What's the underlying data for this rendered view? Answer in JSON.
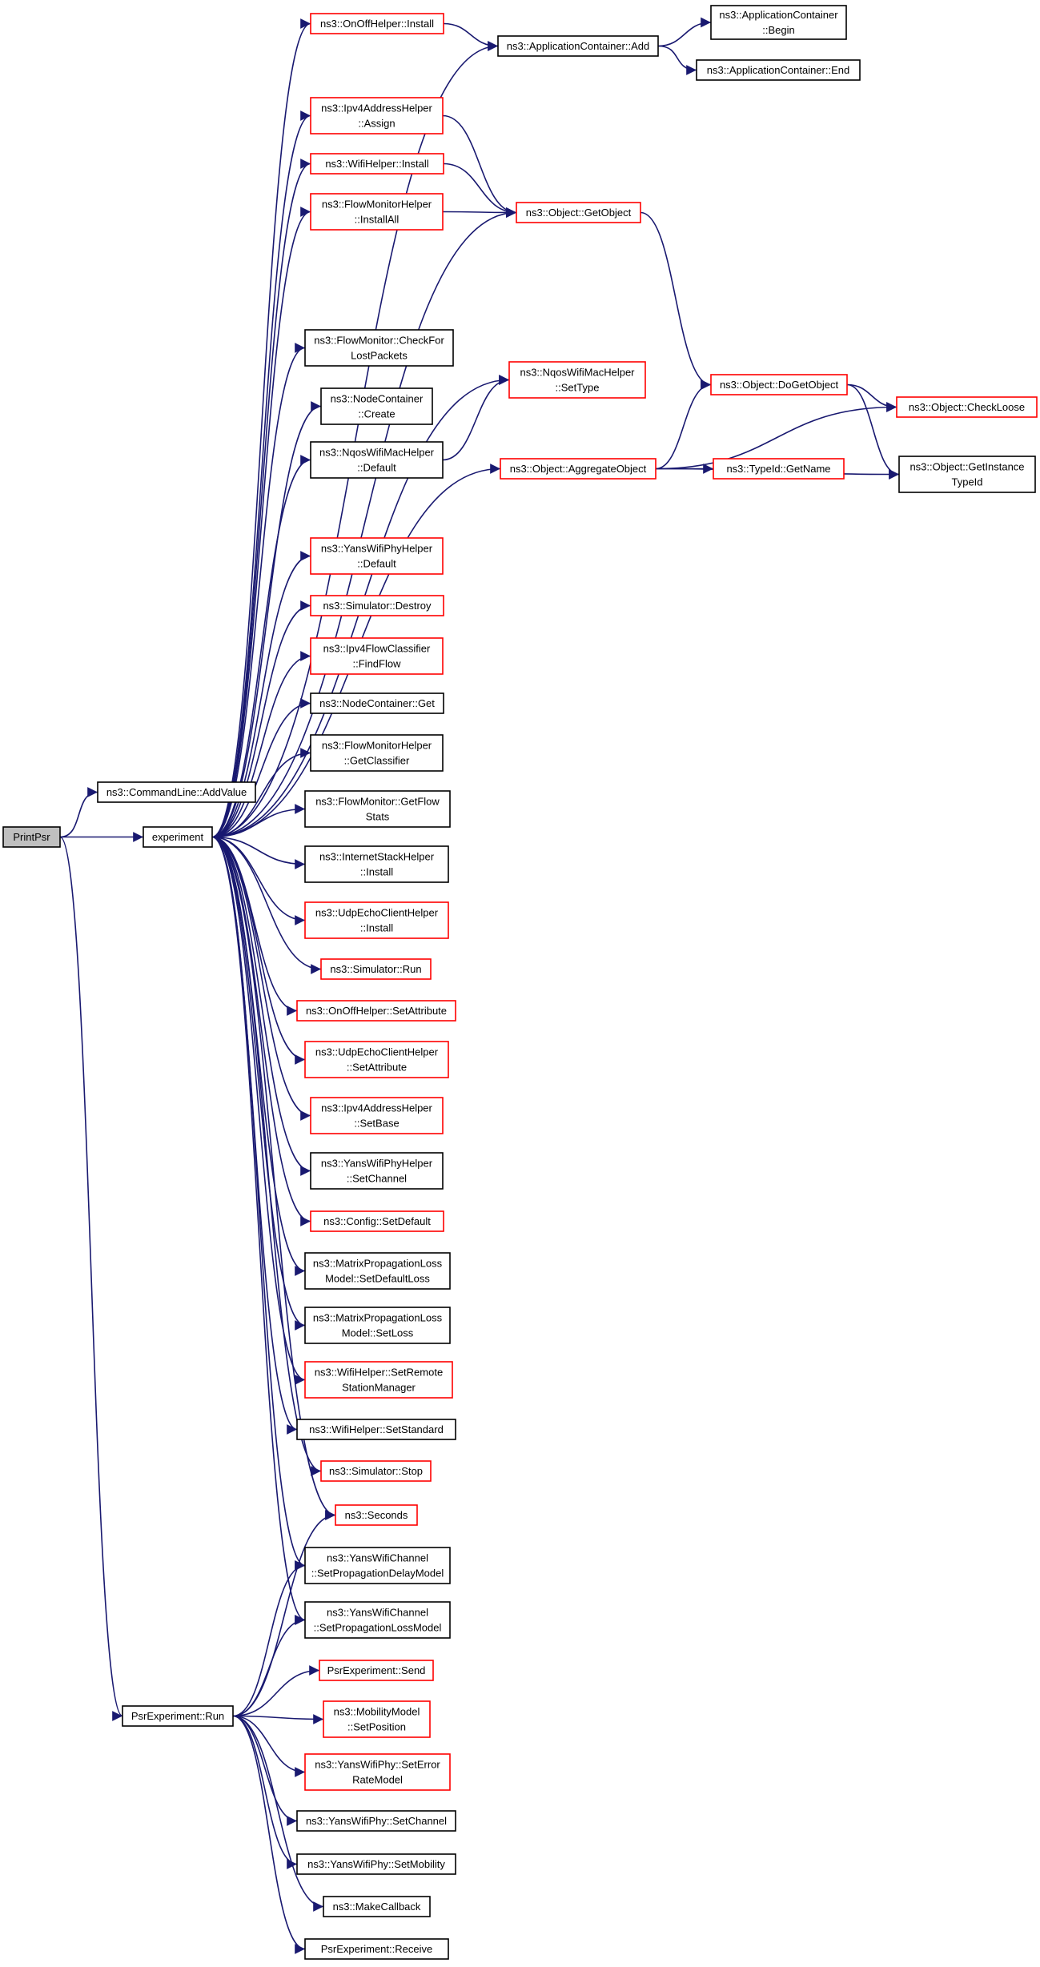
{
  "colors": {
    "edge": "#191970",
    "border_default": "#000000",
    "border_linked": "#ff0000",
    "root_fill": "#bfbfbf",
    "node_fill": "#ffffff"
  },
  "nodes": [
    {
      "id": "printpsr",
      "lines": [
        "PrintPsr"
      ],
      "style": "root"
    },
    {
      "id": "addvalue",
      "lines": [
        "ns3::CommandLine::AddValue"
      ],
      "style": "black"
    },
    {
      "id": "experiment",
      "lines": [
        "experiment"
      ],
      "style": "black"
    },
    {
      "id": "psrrun",
      "lines": [
        "PsrExperiment::Run"
      ],
      "style": "black"
    },
    {
      "id": "onoffinstall",
      "lines": [
        "ns3::OnOffHelper::Install"
      ],
      "style": "red"
    },
    {
      "id": "ipv4assign",
      "lines": [
        "ns3::Ipv4AddressHelper",
        "::Assign"
      ],
      "style": "red"
    },
    {
      "id": "wifiinstall",
      "lines": [
        "ns3::WifiHelper::Install"
      ],
      "style": "red"
    },
    {
      "id": "fmhinstallall",
      "lines": [
        "ns3::FlowMonitorHelper",
        "::InstallAll"
      ],
      "style": "red"
    },
    {
      "id": "checklost",
      "lines": [
        "ns3::FlowMonitor::CheckFor",
        "LostPackets"
      ],
      "style": "black"
    },
    {
      "id": "nccreate",
      "lines": [
        "ns3::NodeContainer",
        "::Create"
      ],
      "style": "black"
    },
    {
      "id": "nqosdefault",
      "lines": [
        "ns3::NqosWifiMacHelper",
        "::Default"
      ],
      "style": "black"
    },
    {
      "id": "yansphydefault",
      "lines": [
        "ns3::YansWifiPhyHelper",
        "::Default"
      ],
      "style": "red"
    },
    {
      "id": "simdestroy",
      "lines": [
        "ns3::Simulator::Destroy"
      ],
      "style": "red"
    },
    {
      "id": "findflow",
      "lines": [
        "ns3::Ipv4FlowClassifier",
        "::FindFlow"
      ],
      "style": "red"
    },
    {
      "id": "ncget",
      "lines": [
        "ns3::NodeContainer::Get"
      ],
      "style": "black"
    },
    {
      "id": "getclassifier",
      "lines": [
        "ns3::FlowMonitorHelper",
        "::GetClassifier"
      ],
      "style": "black"
    },
    {
      "id": "getflowstats",
      "lines": [
        "ns3::FlowMonitor::GetFlow",
        "Stats"
      ],
      "style": "black"
    },
    {
      "id": "ishinstall",
      "lines": [
        "ns3::InternetStackHelper",
        "::Install"
      ],
      "style": "black"
    },
    {
      "id": "udpinstall",
      "lines": [
        "ns3::UdpEchoClientHelper",
        "::Install"
      ],
      "style": "red"
    },
    {
      "id": "simrun",
      "lines": [
        "ns3::Simulator::Run"
      ],
      "style": "red"
    },
    {
      "id": "onoffsetattr",
      "lines": [
        "ns3::OnOffHelper::SetAttribute"
      ],
      "style": "red"
    },
    {
      "id": "udpsetattr",
      "lines": [
        "ns3::UdpEchoClientHelper",
        "::SetAttribute"
      ],
      "style": "red"
    },
    {
      "id": "ipv4setbase",
      "lines": [
        "ns3::Ipv4AddressHelper",
        "::SetBase"
      ],
      "style": "red"
    },
    {
      "id": "yansphysetchannel",
      "lines": [
        "ns3::YansWifiPhyHelper",
        "::SetChannel"
      ],
      "style": "black"
    },
    {
      "id": "configsetdefault",
      "lines": [
        "ns3::Config::SetDefault"
      ],
      "style": "red"
    },
    {
      "id": "mpldefaultloss",
      "lines": [
        "ns3::MatrixPropagationLoss",
        "Model::SetDefaultLoss"
      ],
      "style": "black"
    },
    {
      "id": "mplsetloss",
      "lines": [
        "ns3::MatrixPropagationLoss",
        "Model::SetLoss"
      ],
      "style": "black"
    },
    {
      "id": "setremote",
      "lines": [
        "ns3::WifiHelper::SetRemote",
        "StationManager"
      ],
      "style": "red"
    },
    {
      "id": "setstandard",
      "lines": [
        "ns3::WifiHelper::SetStandard"
      ],
      "style": "black"
    },
    {
      "id": "simstop",
      "lines": [
        "ns3::Simulator::Stop"
      ],
      "style": "red"
    },
    {
      "id": "seconds",
      "lines": [
        "ns3::Seconds"
      ],
      "style": "red"
    },
    {
      "id": "ywcdelay",
      "lines": [
        "ns3::YansWifiChannel",
        "::SetPropagationDelayModel"
      ],
      "style": "black"
    },
    {
      "id": "ywcloss",
      "lines": [
        "ns3::YansWifiChannel",
        "::SetPropagationLossModel"
      ],
      "style": "black"
    },
    {
      "id": "psrsend",
      "lines": [
        "PsrExperiment::Send"
      ],
      "style": "red"
    },
    {
      "id": "mmsetposition",
      "lines": [
        "ns3::MobilityModel",
        "::SetPosition"
      ],
      "style": "red"
    },
    {
      "id": "ywpseterror",
      "lines": [
        "ns3::YansWifiPhy::SetError",
        "RateModel"
      ],
      "style": "red"
    },
    {
      "id": "ywpsetchannel",
      "lines": [
        "ns3::YansWifiPhy::SetChannel"
      ],
      "style": "black"
    },
    {
      "id": "ywpsetmobility",
      "lines": [
        "ns3::YansWifiPhy::SetMobility"
      ],
      "style": "black"
    },
    {
      "id": "makecallback",
      "lines": [
        "ns3::MakeCallback"
      ],
      "style": "black"
    },
    {
      "id": "psrreceive",
      "lines": [
        "PsrExperiment::Receive"
      ],
      "style": "black"
    },
    {
      "id": "appadd",
      "lines": [
        "ns3::ApplicationContainer::Add"
      ],
      "style": "black"
    },
    {
      "id": "appbegin",
      "lines": [
        "ns3::ApplicationContainer",
        "::Begin"
      ],
      "style": "black"
    },
    {
      "id": "append",
      "lines": [
        "ns3::ApplicationContainer::End"
      ],
      "style": "black"
    },
    {
      "id": "getobject",
      "lines": [
        "ns3::Object::GetObject"
      ],
      "style": "red"
    },
    {
      "id": "nqossettype",
      "lines": [
        "ns3::NqosWifiMacHelper",
        "::SetType"
      ],
      "style": "red"
    },
    {
      "id": "aggregate",
      "lines": [
        "ns3::Object::AggregateObject"
      ],
      "style": "red"
    },
    {
      "id": "dogetobject",
      "lines": [
        "ns3::Object::DoGetObject"
      ],
      "style": "red"
    },
    {
      "id": "typeidgetname",
      "lines": [
        "ns3::TypeId::GetName"
      ],
      "style": "red"
    },
    {
      "id": "checkloose",
      "lines": [
        "ns3::Object::CheckLoose"
      ],
      "style": "red"
    },
    {
      "id": "getinstancetypeid",
      "lines": [
        "ns3::Object::GetInstance",
        "TypeId"
      ],
      "style": "black"
    }
  ],
  "edges": [
    [
      "printpsr",
      "addvalue"
    ],
    [
      "printpsr",
      "experiment"
    ],
    [
      "printpsr",
      "psrrun"
    ],
    [
      "experiment",
      "onoffinstall"
    ],
    [
      "experiment",
      "appadd"
    ],
    [
      "experiment",
      "ipv4assign"
    ],
    [
      "experiment",
      "wifiinstall"
    ],
    [
      "experiment",
      "fmhinstallall"
    ],
    [
      "experiment",
      "getobject"
    ],
    [
      "experiment",
      "nqossettype"
    ],
    [
      "experiment",
      "checklost"
    ],
    [
      "experiment",
      "nccreate"
    ],
    [
      "experiment",
      "nqosdefault"
    ],
    [
      "experiment",
      "aggregate"
    ],
    [
      "experiment",
      "yansphydefault"
    ],
    [
      "experiment",
      "simdestroy"
    ],
    [
      "experiment",
      "findflow"
    ],
    [
      "experiment",
      "ncget"
    ],
    [
      "experiment",
      "getclassifier"
    ],
    [
      "experiment",
      "getflowstats"
    ],
    [
      "experiment",
      "ishinstall"
    ],
    [
      "experiment",
      "udpinstall"
    ],
    [
      "experiment",
      "simrun"
    ],
    [
      "experiment",
      "onoffsetattr"
    ],
    [
      "experiment",
      "udpsetattr"
    ],
    [
      "experiment",
      "ipv4setbase"
    ],
    [
      "experiment",
      "yansphysetchannel"
    ],
    [
      "experiment",
      "configsetdefault"
    ],
    [
      "experiment",
      "mpldefaultloss"
    ],
    [
      "experiment",
      "mplsetloss"
    ],
    [
      "experiment",
      "setremote"
    ],
    [
      "experiment",
      "setstandard"
    ],
    [
      "experiment",
      "simstop"
    ],
    [
      "experiment",
      "seconds"
    ],
    [
      "experiment",
      "ywcdelay"
    ],
    [
      "experiment",
      "ywcloss"
    ],
    [
      "onoffinstall",
      "appadd"
    ],
    [
      "appadd",
      "appbegin"
    ],
    [
      "appadd",
      "append"
    ],
    [
      "ipv4assign",
      "getobject"
    ],
    [
      "wifiinstall",
      "getobject"
    ],
    [
      "fmhinstallall",
      "getobject"
    ],
    [
      "getobject",
      "dogetobject"
    ],
    [
      "nqosdefault",
      "nqossettype"
    ],
    [
      "aggregate",
      "dogetobject"
    ],
    [
      "aggregate",
      "typeidgetname"
    ],
    [
      "aggregate",
      "checkloose"
    ],
    [
      "aggregate",
      "getinstancetypeid"
    ],
    [
      "dogetobject",
      "checkloose"
    ],
    [
      "dogetobject",
      "getinstancetypeid"
    ],
    [
      "psrrun",
      "seconds"
    ],
    [
      "psrrun",
      "ywcdelay"
    ],
    [
      "psrrun",
      "ywcloss"
    ],
    [
      "psrrun",
      "psrsend"
    ],
    [
      "psrrun",
      "mmsetposition"
    ],
    [
      "psrrun",
      "ywpseterror"
    ],
    [
      "psrrun",
      "ywpsetchannel"
    ],
    [
      "psrrun",
      "ywpsetmobility"
    ],
    [
      "psrrun",
      "makecallback"
    ],
    [
      "psrrun",
      "psrreceive"
    ]
  ]
}
